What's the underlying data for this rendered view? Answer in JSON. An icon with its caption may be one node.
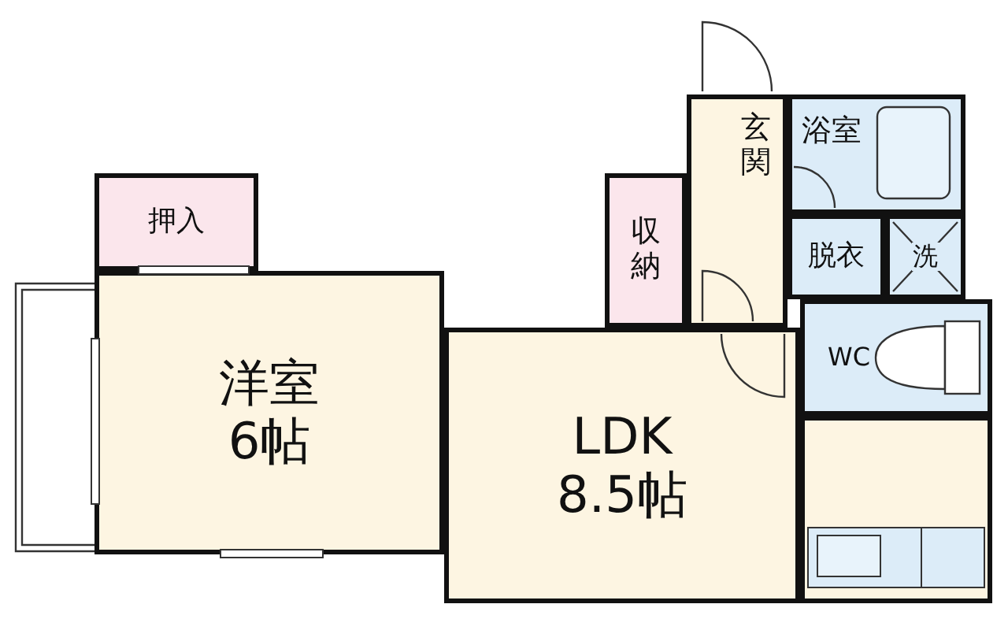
{
  "diagram": {
    "nodes": [
      {
        "text": [
          "玄関"
        ]
      },
      {
        "text": [
          "浴室"
        ]
      },
      {
        "text": [
          "収納"
        ]
      },
      {
        "text": [
          "脱衣"
        ]
      },
      {
        "text": [
          "洗"
        ]
      },
      {
        "text": [
          "押入"
        ]
      },
      {
        "text": [
          "WC"
        ]
      },
      {
        "text": [
          "洋室",
          "6帖"
        ]
      },
      {
        "text": [
          "LDK",
          "8.5帖"
        ]
      },
      {
        "text": [],
        "shape": "box"
      }
    ]
  }
}
